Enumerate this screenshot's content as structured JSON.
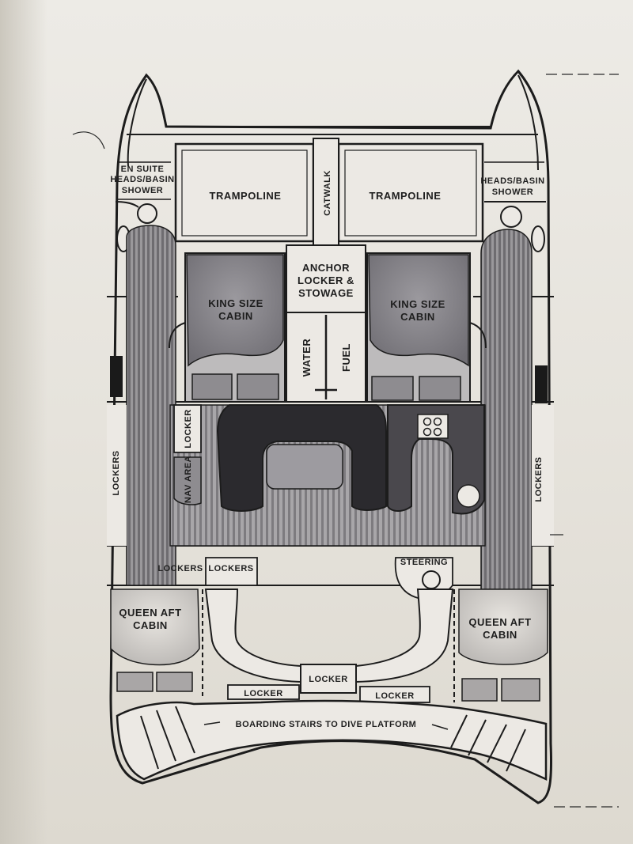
{
  "labels": {
    "en_suite": [
      "EN SUITE",
      "HEADS/BASIN",
      "SHOWER"
    ],
    "heads_right": [
      "HEADS/BASIN",
      "SHOWER"
    ],
    "trampoline_left": "TRAMPOLINE",
    "catwalk": "CATWALK",
    "trampoline_right": "TRAMPOLINE",
    "anchor_locker": [
      "ANCHOR",
      "LOCKER &",
      "STOWAGE"
    ],
    "king_cabin_left": [
      "KING SIZE",
      "CABIN"
    ],
    "king_cabin_right": [
      "KING SIZE",
      "CABIN"
    ],
    "water": "WATER",
    "fuel": "FUEL",
    "locker_small": "LOCKER",
    "nav_area": "NAV AREA",
    "lockers_left": "LOCKERS",
    "lockers_right": "LOCKERS",
    "lockers_aft_1": "LOCKERS",
    "lockers_aft_2": "LOCKERS",
    "steering": "STEERING",
    "queen_left": [
      "QUEEN AFT",
      "CABIN"
    ],
    "queen_right": [
      "QUEEN AFT",
      "CABIN"
    ],
    "locker_center": "LOCKER",
    "locker_aft_left": "LOCKER",
    "locker_aft_right": "LOCKER",
    "boarding": "BOARDING STAIRS TO DIVE PLATFORM"
  },
  "colors": {
    "ink": "#1c1c1c",
    "paper": "#ebe8e2",
    "cabin_fill": "#8d8b90",
    "dark_fill": "#3d3b40",
    "hull_stripe": "#7b797c"
  }
}
